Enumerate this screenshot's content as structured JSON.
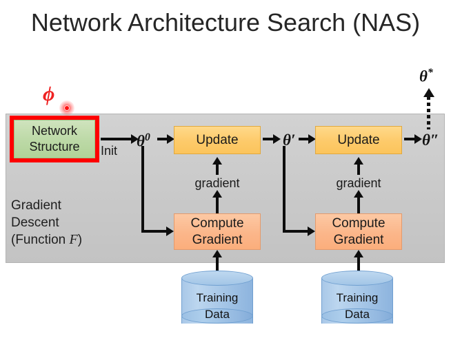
{
  "title": "Network Architecture Search (NAS)",
  "annotation": {
    "phi_symbol": "ϕ",
    "laser_pointer_color": "#ff1111",
    "highlight_border_color": "#fe0000"
  },
  "network_structure": {
    "line1": "Network",
    "line2": "Structure",
    "fill_color": "#bcd9a6"
  },
  "gradient_descent_panel": {
    "line1": "Gradient",
    "line2": "Descent",
    "line3_prefix": "(Function ",
    "line3_symbol": "F",
    "line3_suffix": ")",
    "fill_color": "#c9c9c9"
  },
  "edges": {
    "init_label": "Init",
    "gradient_label_1": "gradient",
    "gradient_label_2": "gradient"
  },
  "thetas": {
    "theta_0": "θ",
    "theta_0_sup": "0",
    "theta_1": "θ′",
    "theta_2": "θ″",
    "theta_star": "θ",
    "theta_star_sup": "*"
  },
  "stages": [
    {
      "update_label": "Update",
      "update_fill": "#fdca6a",
      "compute_line1": "Compute",
      "compute_line2": "Gradient",
      "compute_fill": "#fbb68a",
      "data_line1": "Training",
      "data_line2": "Data",
      "data_fill": "#a9c8e8"
    },
    {
      "update_label": "Update",
      "update_fill": "#fdca6a",
      "compute_line1": "Compute",
      "compute_line2": "Gradient",
      "compute_fill": "#fbb68a",
      "data_line1": "Training",
      "data_line2": "Data",
      "data_fill": "#a9c8e8"
    }
  ]
}
